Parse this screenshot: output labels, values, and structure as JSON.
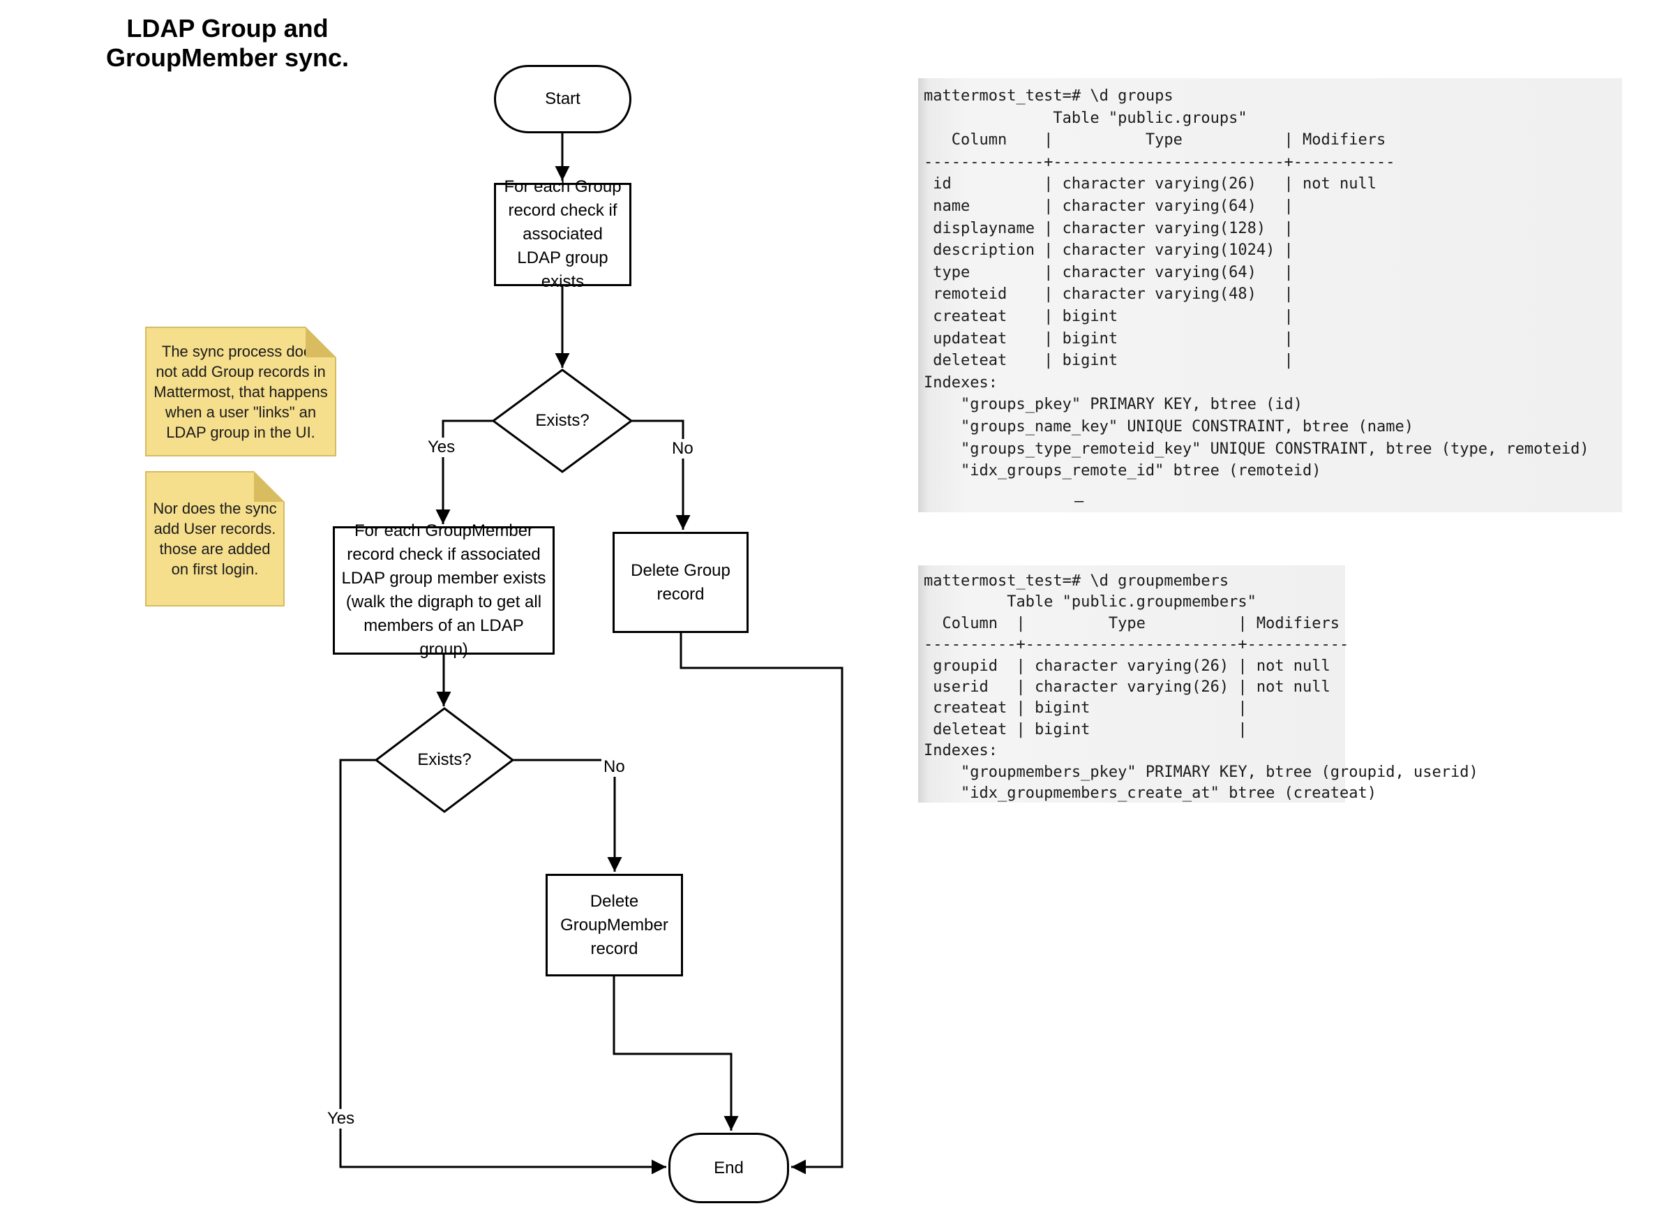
{
  "title": "LDAP Group and GroupMember sync.",
  "flowchart": {
    "start": "Start",
    "check_group": "For each Group record check if associated LDAP group exists",
    "exists1": "Exists?",
    "yes1": "Yes",
    "no1": "No",
    "check_groupmember": "For each GroupMember record check if associated LDAP group member exists (walk the digraph to get all members of an LDAP group)",
    "delete_group": "Delete Group record",
    "exists2": "Exists?",
    "yes2": "Yes",
    "no2": "No",
    "delete_groupmember": "Delete GroupMember record",
    "end": "End"
  },
  "sticky_notes": [
    "The sync process does not add Group records in Mattermost, that happens when a user \"links\" an LDAP group in the UI.",
    "Nor does the sync add User records. those are added on first login."
  ],
  "terminals": {
    "groups": "mattermost_test=# \\d groups\n              Table \"public.groups\"\n   Column    |          Type           | Modifiers\n-------------+-------------------------+-----------\n id          | character varying(26)   | not null\n name        | character varying(64)   |\n displayname | character varying(128)  |\n description | character varying(1024) |\n type        | character varying(64)   |\n remoteid    | character varying(48)   |\n createat    | bigint                  |\n updateat    | bigint                  |\n deleteat    | bigint                  |\nIndexes:\n    \"groups_pkey\" PRIMARY KEY, btree (id)\n    \"groups_name_key\" UNIQUE CONSTRAINT, btree (name)\n    \"groups_type_remoteid_key\" UNIQUE CONSTRAINT, btree (type, remoteid)\n    \"idx_groups_remote_id\" btree (remoteid)",
    "groupmembers": "mattermost_test=# \\d groupmembers\n         Table \"public.groupmembers\"\n  Column  |         Type          | Modifiers\n----------+-----------------------+-----------\n groupid  | character varying(26) | not null\n userid   | character varying(26) | not null\n createat | bigint                |\n deleteat | bigint                |\nIndexes:\n    \"groupmembers_pkey\" PRIMARY KEY, btree (groupid, userid)\n    \"idx_groupmembers_create_at\" btree (createat)"
  },
  "stray_mark": "–",
  "colors": {
    "note_fill": "#F5DE8C",
    "note_border": "#D6BB63",
    "note_fold": "#D8BC5F",
    "terminal_bg": "#F0F0F0",
    "stroke": "#000000"
  }
}
